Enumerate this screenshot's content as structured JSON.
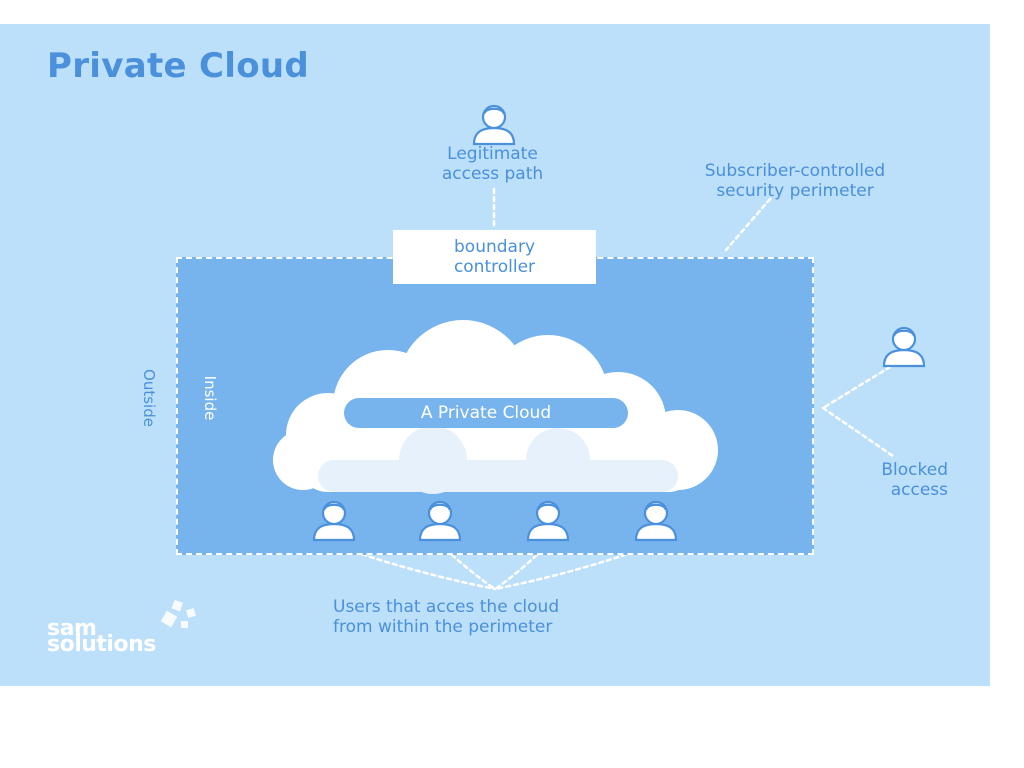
{
  "title": "Private Cloud",
  "legitimate_access": {
    "line1": "Legitimate",
    "line2": "access path"
  },
  "perimeter": {
    "line1": "Subscriber-controlled",
    "line2": "security perimeter"
  },
  "boundary": {
    "line1": "boundary",
    "line2": "controller"
  },
  "outside_label": "Outside",
  "inside_label": "Inside",
  "cloud_label": "A Private Cloud",
  "blocked_access": {
    "line1": "Blocked",
    "line2": "access"
  },
  "users_note": {
    "line1": "Users that acces the cloud",
    "line2": "from within the perimeter"
  },
  "logo": {
    "line1": "sam",
    "line2": "solutions"
  },
  "colors": {
    "background": "#bcdffa",
    "accent": "#4a90da",
    "perimeter_fill": "#77b4ee",
    "white": "#ffffff"
  },
  "icons": [
    "user-icon",
    "cloud-icon",
    "cubes-logo-icon"
  ]
}
